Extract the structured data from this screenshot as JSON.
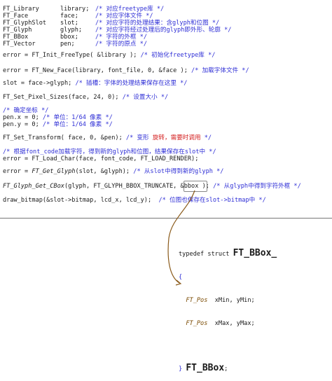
{
  "decl": [
    {
      "type": "FT_Library",
      "name": "library;",
      "comment": "/* 对应freetype库 */"
    },
    {
      "type": "FT_Face",
      "name": "face;",
      "comment": "/* 对应字体文件 */"
    },
    {
      "type": "FT_GlyphSlot",
      "name": "slot;",
      "comment": "/* 对应字符的处理结果：含glyph和位图 */"
    },
    {
      "type": "FT_Glyph",
      "name": "glyph;",
      "comment": "/* 对应字符经过处理后的glyph即外形、轮廓 */"
    },
    {
      "type": "FT_BBox",
      "name": "bbox;",
      "comment": "/* 字符的外框 */"
    },
    {
      "type": "FT_Vector",
      "name": "pen;",
      "comment": "/* 字符的原点 */"
    }
  ],
  "code": {
    "init": "error = FT_Init_FreeType( &library ); ",
    "init_c": "/* 初始化freetype库 */",
    "newface": "error = FT_New_Face(library, font_file, 0, &face ); ",
    "newface_c": "/* 加载字体文件 */",
    "slot": "slot = face->glyph; ",
    "slot_c": "/* 插槽：字体的处理结果保存在这里 */",
    "pixel": "FT_Set_Pixel_Sizes(face, 24, 0); ",
    "pixel_c": "/* 设置大小 */",
    "coord_c": "/* 确定坐标 */",
    "penx": "pen.x = 0; ",
    "penx_c": "/* 单位：1/64 像素 */",
    "peny": "pen.y = 0; ",
    "peny_c": "/* 单位：1/64 像素 */",
    "transform": "FT_Set_Transform( face, 0, &pen); ",
    "transform_c1": "/* 变形 ",
    "transform_red": "旋转，需要时调用",
    "transform_c2": " */",
    "load_c": "/* 根据font_code加载字符，得到新的glyph和位图，结果保存在slot中 */",
    "loadchar": "error = FT_Load_Char(face, font_code, FT_LOAD_RENDER);",
    "getglyph_a": "error = ",
    "getglyph_fn": "FT_Get_Glyph",
    "getglyph_b": "(slot, &glyph); ",
    "getglyph_c": "/* 从slot中得到新的glyph */",
    "cbox_fn": "FT_Glyph_Get_CBox",
    "cbox_b": "(glyph, FT_GLYPH_BBOX_TRUNCATE, &bbox ); ",
    "cbox_c": "/* 从glyph中得到字符外框 */",
    "draw": "draw_bitmap(&slot->bitmap, lcd_x, lcd_y);  ",
    "draw_c": "/* 位图也保存在slot->bitmap中 */"
  },
  "struct": {
    "keyword": "typedef struct ",
    "name": "FT_BBox_",
    "open": "{",
    "type1": "FT_Pos",
    "fields1": "  xMin, yMin;",
    "type2": "FT_Pos",
    "fields2": "  xMax, yMax;",
    "close": "} ",
    "alias": "FT_BBox",
    "semi": ";"
  }
}
